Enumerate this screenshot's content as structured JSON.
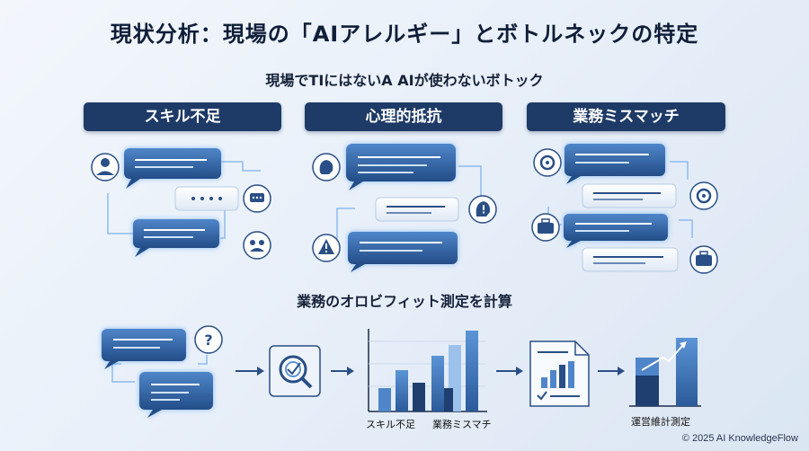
{
  "title": "現状分析：現場の「AIアレルギー」とボトルネックの特定",
  "subtitle": "現場でTIにはないA AIが使わないボトック",
  "categories": [
    "スキル不足",
    "心理的抵抗",
    "業務ミスマッチ"
  ],
  "section2_title": "業務のオロビフィット測定を計算",
  "chart_labels": [
    "スキル不足",
    "業務ミスマチ"
  ],
  "result_label": "運営維計測定",
  "copyright": "© 2025 AI KnowledgeFlow",
  "icons": [
    "user-icon",
    "ellipsis-icon",
    "chat-icon",
    "group-icon",
    "brain-icon",
    "warning-icon",
    "alert-head-icon",
    "openai-icon",
    "briefcase-icon",
    "question-icon",
    "search-target-icon",
    "report-icon"
  ],
  "colors": {
    "accent": "#1e3a66",
    "bubble_dark": "#2f5f9e",
    "bubble_light": "#eaf1fa",
    "glow": "#7fb6f0"
  }
}
